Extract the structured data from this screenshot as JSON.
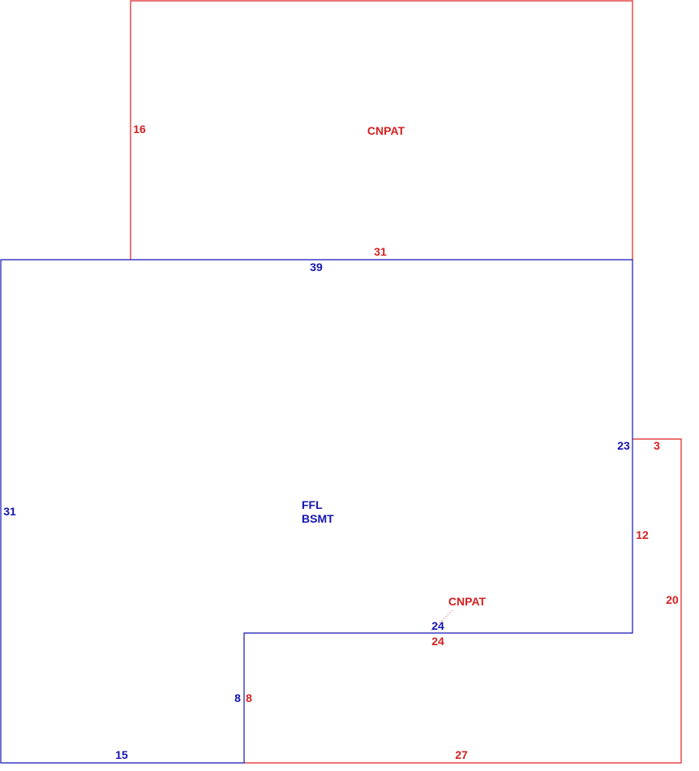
{
  "colors": {
    "patio": "#e02020",
    "patio_text": "#d42020",
    "basement": "#1414b4"
  },
  "upper_patio": {
    "name": "CNPAT",
    "side_left": "16",
    "side_bottom": "31"
  },
  "basement": {
    "name_line1": "FFL",
    "name_line2": "BSMT",
    "top": "39",
    "left": "31",
    "right_upper": "23",
    "bottom_step": "24",
    "step_left": "8",
    "bottom_left": "15"
  },
  "lower_patio": {
    "name": "CNPAT",
    "top_right": "3",
    "right_inner": "12",
    "right_outer": "20",
    "top_step": "24",
    "left": "8",
    "bottom": "27"
  }
}
